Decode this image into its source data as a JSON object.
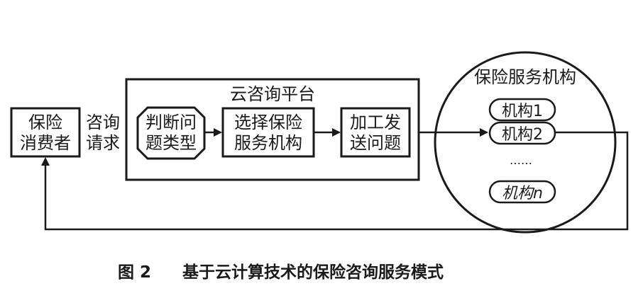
{
  "consumer_box": {
    "line1": "保险",
    "line2": "消费者"
  },
  "request_label": {
    "line1": "咨询",
    "line2": "请求"
  },
  "platform": {
    "title": "云咨询平台",
    "judge_step": {
      "line1": "判断问",
      "line2": "题类型"
    },
    "select_step": {
      "line1": "选择保险",
      "line2": "服务机构"
    },
    "send_step": {
      "line1": "加工发",
      "line2": "送问题"
    }
  },
  "institutions": {
    "title": "保险服务机构",
    "items": [
      "机构1",
      "机构2",
      "……",
      "机构n"
    ]
  },
  "caption": {
    "figure_no": "图 2",
    "text": "基于云计算技术的保险咨询服务模式"
  }
}
